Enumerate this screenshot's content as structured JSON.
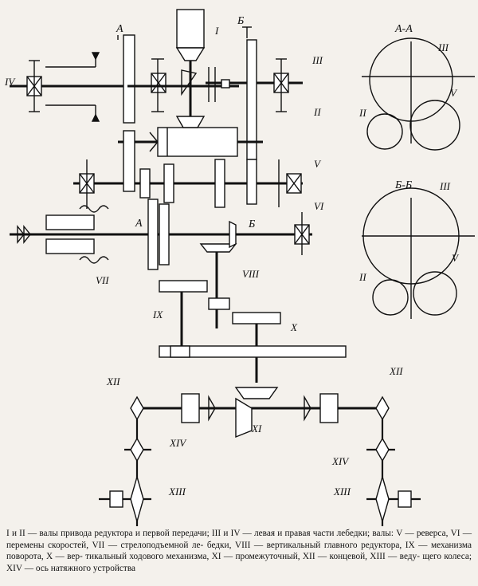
{
  "labels": {
    "I": "I",
    "II": "II",
    "III": "III",
    "IV": "IV",
    "V": "V",
    "VI": "VI",
    "VII": "VII",
    "VIII": "VIII",
    "IX": "IX",
    "X": "X",
    "XI": "XI",
    "XII": "XII",
    "XIII": "XIII",
    "XIV": "XIV"
  },
  "sections": {
    "A": "A",
    "B": "Б",
    "AA": "А-А",
    "BB": "Б-Б"
  },
  "caption": {
    "line1": "I и II — валы привода редуктора и первой передачи; III и IV — левая и правая части",
    "line2": "лебедки; валы: V — реверса, VI — перемены скоростей, VII — стрелоподъемной ле-",
    "line3": "бедки, VIII — вертикальный главного редуктора, IX — механизма поворота, X — вер-",
    "line4": "тикальный ходового механизма, XI — промежуточный, XII — концевой, XIII — веду-",
    "line5": "щего колеса; XIV — ось натяжного устройства"
  }
}
